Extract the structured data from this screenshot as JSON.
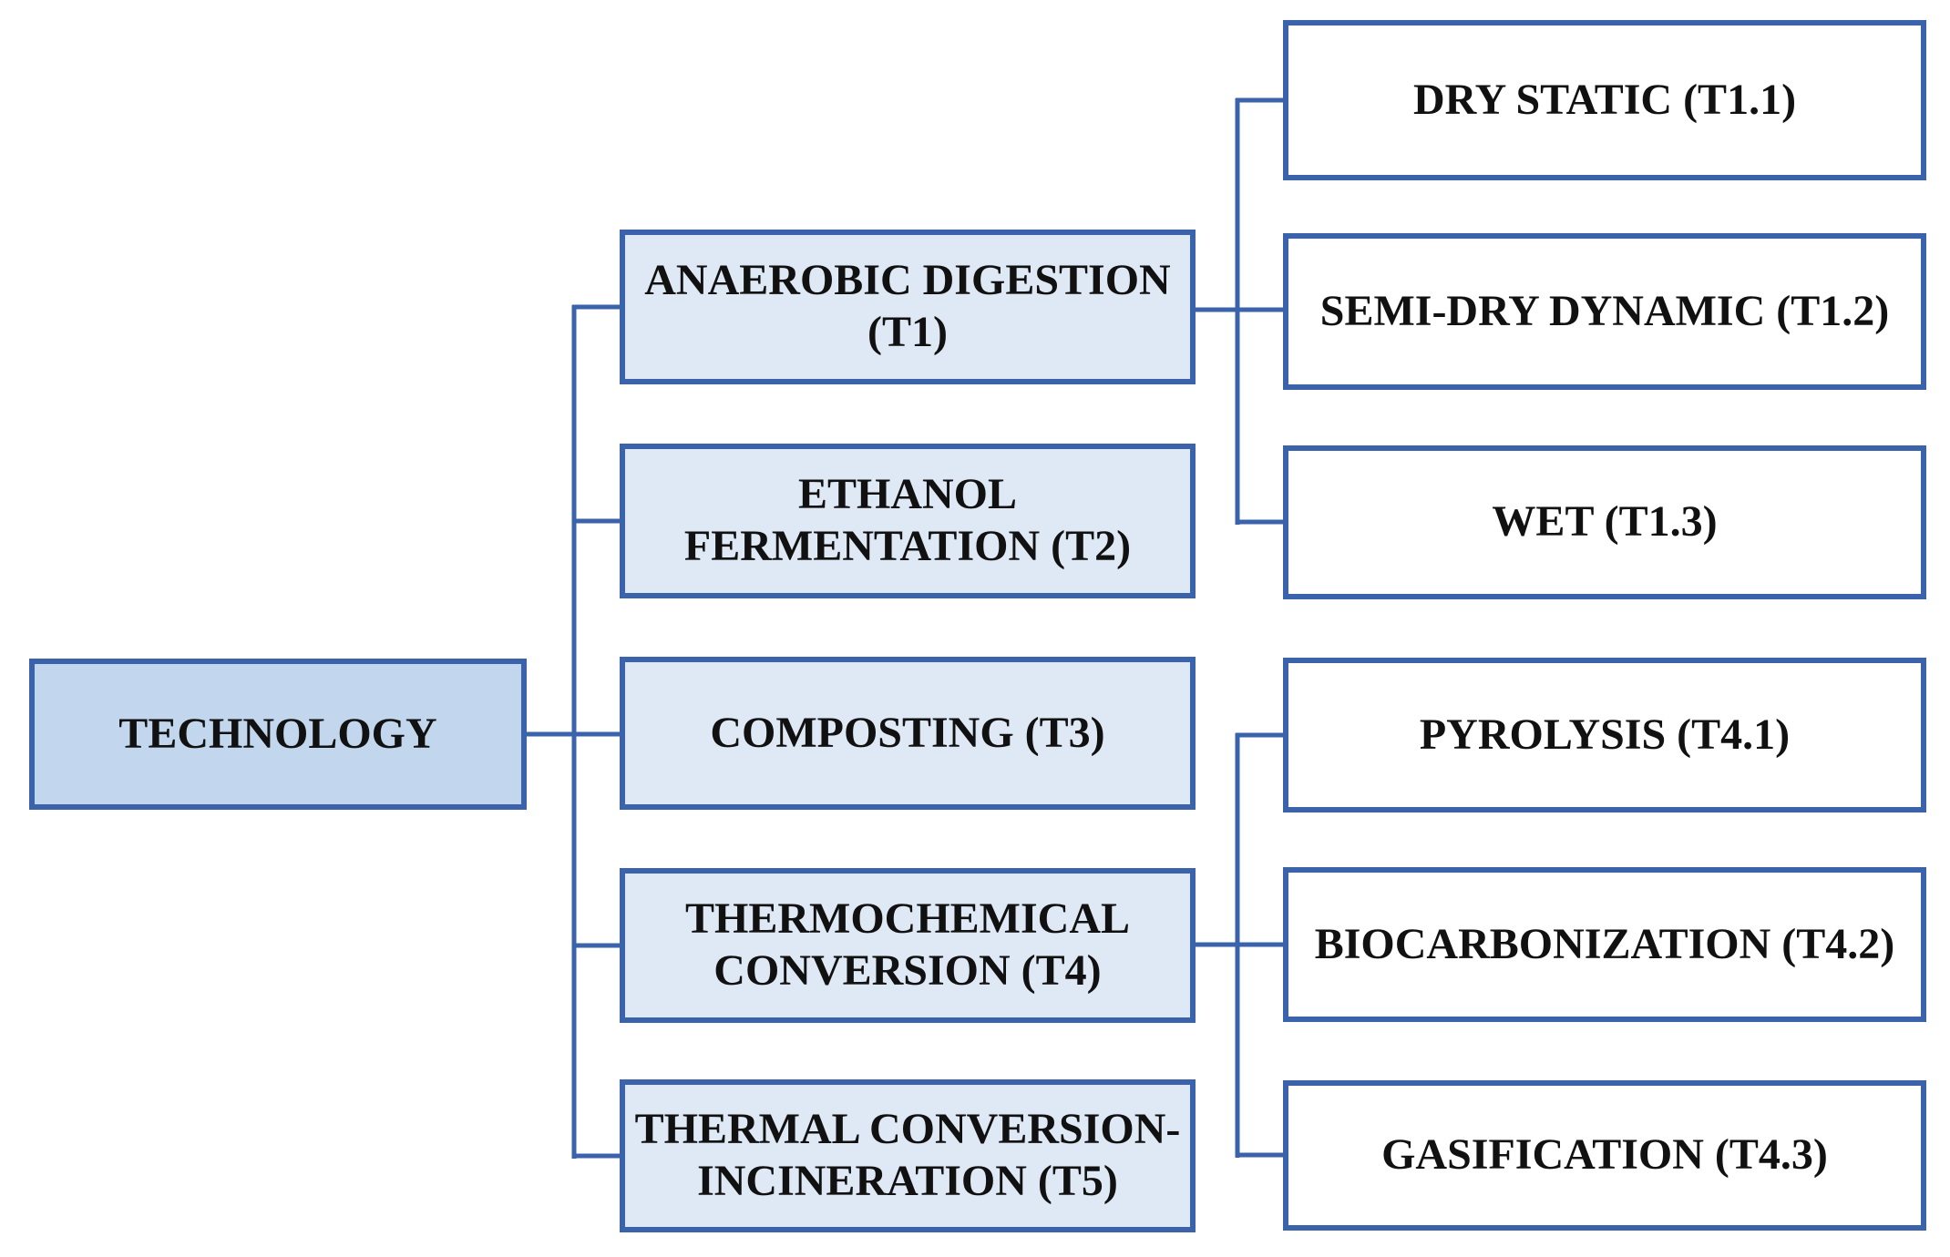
{
  "colors": {
    "border": "#3a63ab",
    "connector": "#3a63ab",
    "root_fill": "#c2d7ee",
    "branch_fill": "#dfe9f6",
    "leaf_fill": "#ffffff",
    "text": "#111111"
  },
  "nodes": {
    "technology": {
      "label": "TECHNOLOGY",
      "children": [
        "t1",
        "t2",
        "t3",
        "t4",
        "t5"
      ]
    },
    "t1": {
      "label": "ANAEROBIC DIGESTION\n(T1)",
      "children": [
        "t1_1",
        "t1_2",
        "t1_3"
      ]
    },
    "t2": {
      "label": "ETHANOL\nFERMENTATION (T2)",
      "children": []
    },
    "t3": {
      "label": "COMPOSTING (T3)",
      "children": []
    },
    "t4": {
      "label": "THERMOCHEMICAL\nCONVERSION (T4)",
      "children": [
        "t4_1",
        "t4_2",
        "t4_3"
      ]
    },
    "t5": {
      "label": "THERMAL CONVERSION-\nINCINERATION (T5)",
      "children": []
    },
    "t1_1": {
      "label": "DRY STATIC (T1.1)",
      "children": []
    },
    "t1_2": {
      "label": "SEMI-DRY DYNAMIC (T1.2)",
      "children": []
    },
    "t1_3": {
      "label": "WET (T1.3)",
      "children": []
    },
    "t4_1": {
      "label": "PYROLYSIS (T4.1)",
      "children": []
    },
    "t4_2": {
      "label": "BIOCARBONIZATION (T4.2)",
      "children": []
    },
    "t4_3": {
      "label": "GASIFICATION (T4.3)",
      "children": []
    }
  }
}
